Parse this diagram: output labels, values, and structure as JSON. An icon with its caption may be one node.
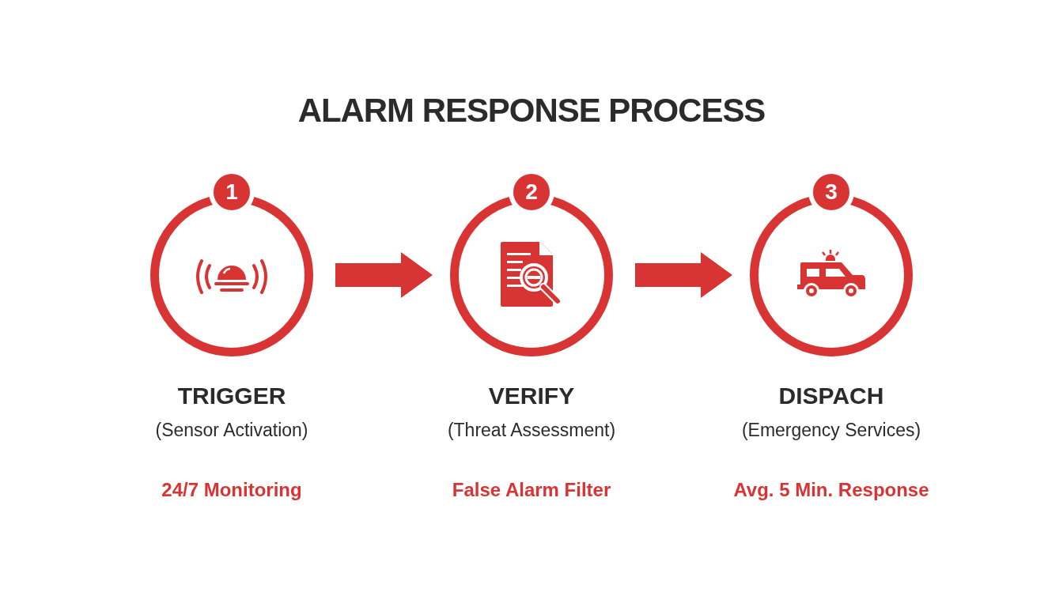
{
  "diagram": {
    "title": "ALARM RESPONSE PROCESS",
    "nodes": [
      {
        "text": [
          "1"
        ],
        "beside": [
          "TRIGGER",
          "(Sensor Activation)",
          "24/7 Monitoring"
        ]
      },
      {
        "text": [
          "2"
        ],
        "beside": [
          "VERIFY",
          "(Threat Assessment)",
          "False Alarm Filter"
        ]
      },
      {
        "text": [
          "3"
        ],
        "beside": [
          "DISPACH",
          "(Emergency Services)",
          "Avg. 5 Min. Response"
        ]
      }
    ],
    "edges": [
      {
        "from": 0,
        "to": 1,
        "arrow": "to"
      },
      {
        "from": 1,
        "to": 2,
        "arrow": "to"
      }
    ]
  }
}
